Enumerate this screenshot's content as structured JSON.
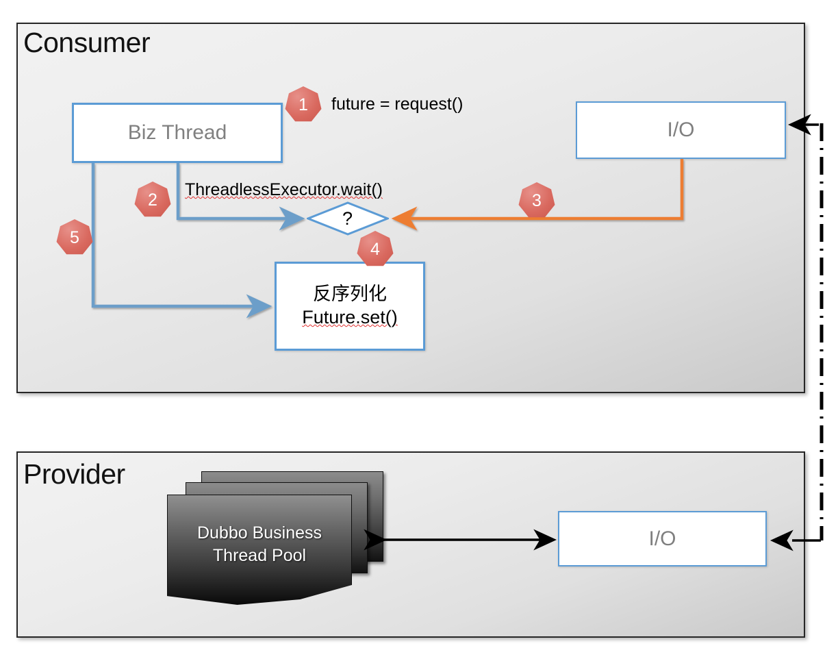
{
  "diagram": {
    "title_consumer": "Consumer",
    "title_provider": "Provider",
    "consumer": {
      "biz_thread_label": "Biz Thread",
      "io_label": "I/O",
      "decision_label": "?",
      "deserialize_line1": "反序列化",
      "deserialize_line2": "Future.set()",
      "edge_label_request": "future = request()",
      "edge_label_wait": "ThreadlessExecutor.wait()",
      "badges": [
        {
          "num": "1"
        },
        {
          "num": "2"
        },
        {
          "num": "3"
        },
        {
          "num": "4"
        },
        {
          "num": "5"
        }
      ]
    },
    "provider": {
      "thread_pool_line1": "Dubbo Business",
      "thread_pool_line2": "Thread Pool",
      "io_label": "I/O"
    },
    "colors": {
      "panel_border": "#262626",
      "box_blue": "#5b9bd5",
      "arrow_blue": "#6c9ec9",
      "arrow_orange": "#ed7d31",
      "badge_red": "#d9695f",
      "arrow_black": "#000000",
      "label_gray": "#808080"
    }
  }
}
